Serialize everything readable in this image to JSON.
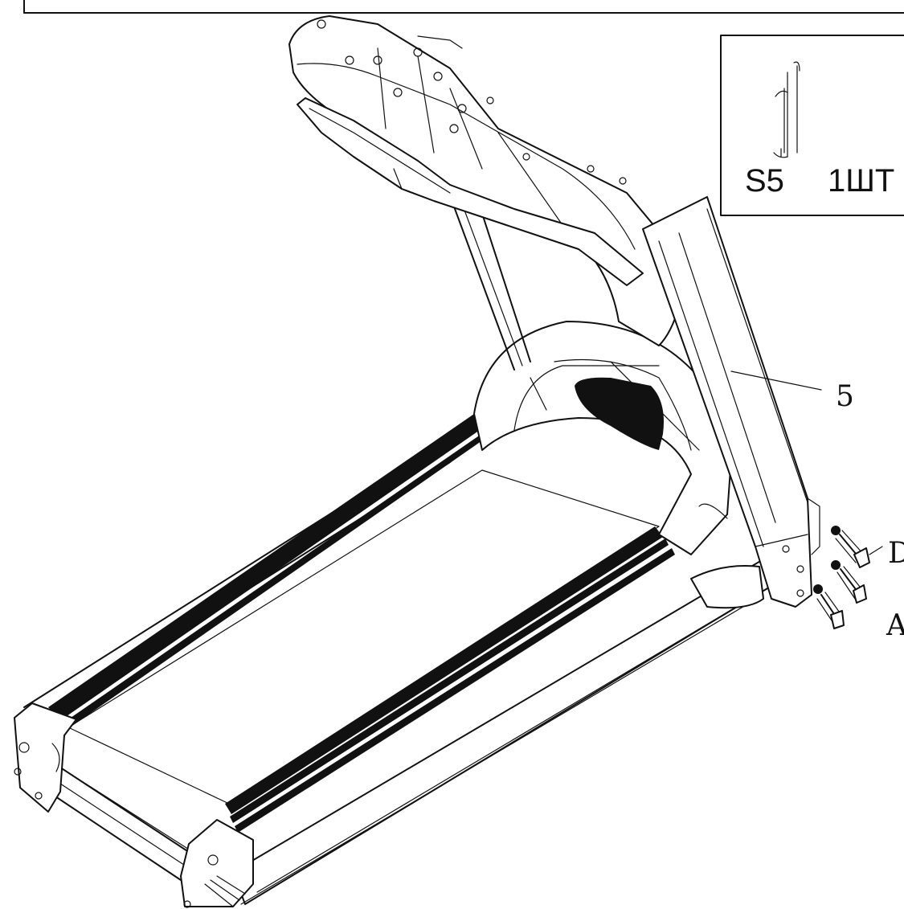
{
  "diagram": {
    "subject": "treadmill-assembly-step",
    "part_callout": "5",
    "fastener_callouts": [
      "D",
      "A"
    ],
    "inset": {
      "tool_code": "S5",
      "quantity": "1ШТ"
    },
    "colors": {
      "line": "#111111",
      "background": "#ffffff",
      "belt_stripes": "#111111"
    }
  }
}
